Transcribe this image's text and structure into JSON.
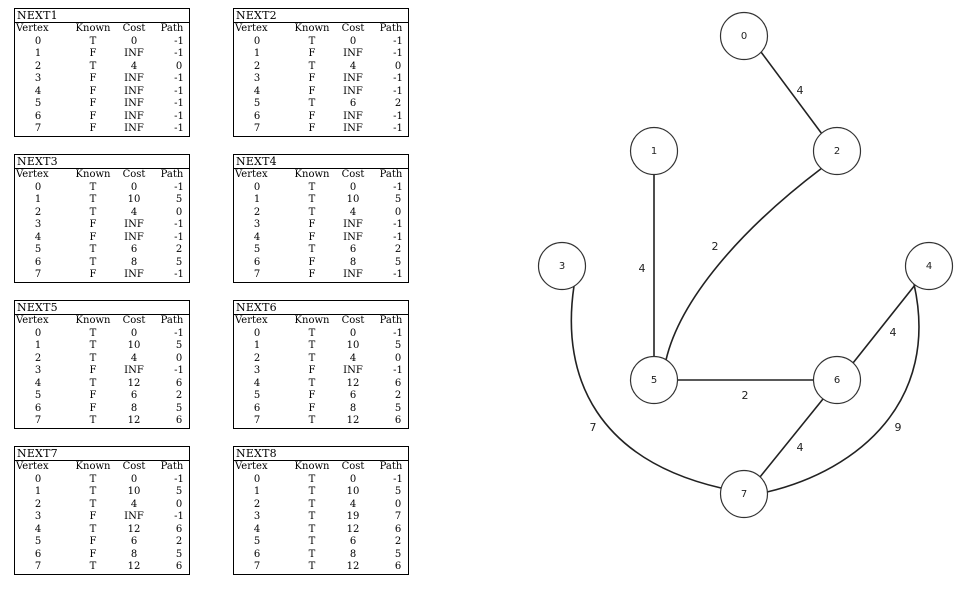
{
  "tables": [
    {
      "title": "NEXT1",
      "headers": [
        "Vertex",
        "Known",
        "Cost",
        "Path"
      ],
      "rows": [
        [
          "0",
          "T",
          "0",
          "-1"
        ],
        [
          "1",
          "F",
          "INF",
          "-1"
        ],
        [
          "2",
          "T",
          "4",
          "0"
        ],
        [
          "3",
          "F",
          "INF",
          "-1"
        ],
        [
          "4",
          "F",
          "INF",
          "-1"
        ],
        [
          "5",
          "F",
          "INF",
          "-1"
        ],
        [
          "6",
          "F",
          "INF",
          "-1"
        ],
        [
          "7",
          "F",
          "INF",
          "-1"
        ]
      ]
    },
    {
      "title": "NEXT2",
      "headers": [
        "Vertex",
        "Known",
        "Cost",
        "Path"
      ],
      "rows": [
        [
          "0",
          "T",
          "0",
          "-1"
        ],
        [
          "1",
          "F",
          "INF",
          "-1"
        ],
        [
          "2",
          "T",
          "4",
          "0"
        ],
        [
          "3",
          "F",
          "INF",
          "-1"
        ],
        [
          "4",
          "F",
          "INF",
          "-1"
        ],
        [
          "5",
          "T",
          "6",
          "2"
        ],
        [
          "6",
          "F",
          "INF",
          "-1"
        ],
        [
          "7",
          "F",
          "INF",
          "-1"
        ]
      ]
    },
    {
      "title": "NEXT3",
      "headers": [
        "Vertex",
        "Known",
        "Cost",
        "Path"
      ],
      "rows": [
        [
          "0",
          "T",
          "0",
          "-1"
        ],
        [
          "1",
          "T",
          "10",
          "5"
        ],
        [
          "2",
          "T",
          "4",
          "0"
        ],
        [
          "3",
          "F",
          "INF",
          "-1"
        ],
        [
          "4",
          "F",
          "INF",
          "-1"
        ],
        [
          "5",
          "T",
          "6",
          "2"
        ],
        [
          "6",
          "T",
          "8",
          "5"
        ],
        [
          "7",
          "F",
          "INF",
          "-1"
        ]
      ]
    },
    {
      "title": "NEXT4",
      "headers": [
        "Vertex",
        "Known",
        "Cost",
        "Path"
      ],
      "rows": [
        [
          "0",
          "T",
          "0",
          "-1"
        ],
        [
          "1",
          "T",
          "10",
          "5"
        ],
        [
          "2",
          "T",
          "4",
          "0"
        ],
        [
          "3",
          "F",
          "INF",
          "-1"
        ],
        [
          "4",
          "F",
          "INF",
          "-1"
        ],
        [
          "5",
          "T",
          "6",
          "2"
        ],
        [
          "6",
          "F",
          "8",
          "5"
        ],
        [
          "7",
          "F",
          "INF",
          "-1"
        ]
      ]
    },
    {
      "title": "NEXT5",
      "headers": [
        "Vertex",
        "Known",
        "Cost",
        "Path"
      ],
      "rows": [
        [
          "0",
          "T",
          "0",
          "-1"
        ],
        [
          "1",
          "T",
          "10",
          "5"
        ],
        [
          "2",
          "T",
          "4",
          "0"
        ],
        [
          "3",
          "F",
          "INF",
          "-1"
        ],
        [
          "4",
          "T",
          "12",
          "6"
        ],
        [
          "5",
          "F",
          "6",
          "2"
        ],
        [
          "6",
          "F",
          "8",
          "5"
        ],
        [
          "7",
          "T",
          "12",
          "6"
        ]
      ]
    },
    {
      "title": "NEXT6",
      "headers": [
        "Vertex",
        "Known",
        "Cost",
        "Path"
      ],
      "rows": [
        [
          "0",
          "T",
          "0",
          "-1"
        ],
        [
          "1",
          "T",
          "10",
          "5"
        ],
        [
          "2",
          "T",
          "4",
          "0"
        ],
        [
          "3",
          "F",
          "INF",
          "-1"
        ],
        [
          "4",
          "T",
          "12",
          "6"
        ],
        [
          "5",
          "F",
          "6",
          "2"
        ],
        [
          "6",
          "F",
          "8",
          "5"
        ],
        [
          "7",
          "T",
          "12",
          "6"
        ]
      ]
    },
    {
      "title": "NEXT7",
      "headers": [
        "Vertex",
        "Known",
        "Cost",
        "Path"
      ],
      "rows": [
        [
          "0",
          "T",
          "0",
          "-1"
        ],
        [
          "1",
          "T",
          "10",
          "5"
        ],
        [
          "2",
          "T",
          "4",
          "0"
        ],
        [
          "3",
          "F",
          "INF",
          "-1"
        ],
        [
          "4",
          "T",
          "12",
          "6"
        ],
        [
          "5",
          "F",
          "6",
          "2"
        ],
        [
          "6",
          "F",
          "8",
          "5"
        ],
        [
          "7",
          "T",
          "12",
          "6"
        ]
      ]
    },
    {
      "title": "NEXT8",
      "headers": [
        "Vertex",
        "Known",
        "Cost",
        "Path"
      ],
      "rows": [
        [
          "0",
          "T",
          "0",
          "-1"
        ],
        [
          "1",
          "T",
          "10",
          "5"
        ],
        [
          "2",
          "T",
          "4",
          "0"
        ],
        [
          "3",
          "T",
          "19",
          "7"
        ],
        [
          "4",
          "T",
          "12",
          "6"
        ],
        [
          "5",
          "T",
          "6",
          "2"
        ],
        [
          "6",
          "T",
          "8",
          "5"
        ],
        [
          "7",
          "T",
          "12",
          "6"
        ]
      ]
    }
  ],
  "graph": {
    "nodes": [
      "0",
      "1",
      "2",
      "3",
      "4",
      "5",
      "6",
      "7"
    ],
    "edges": [
      {
        "from": "0",
        "to": "2",
        "weight": "4"
      },
      {
        "from": "1",
        "to": "5",
        "weight": "4"
      },
      {
        "from": "2",
        "to": "5",
        "weight": "2"
      },
      {
        "from": "5",
        "to": "6",
        "weight": "2"
      },
      {
        "from": "4",
        "to": "6",
        "weight": "4"
      },
      {
        "from": "6",
        "to": "7",
        "weight": "4"
      },
      {
        "from": "3",
        "to": "7",
        "weight": "7"
      },
      {
        "from": "4",
        "to": "7",
        "weight": "9"
      }
    ]
  }
}
